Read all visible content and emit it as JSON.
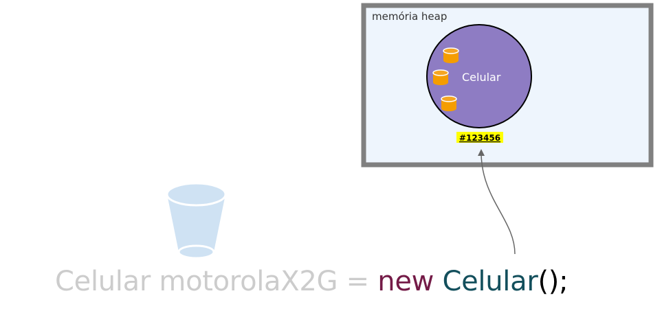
{
  "heap": {
    "label": "memória heap"
  },
  "object": {
    "class_name": "Celular",
    "address": "#123456",
    "attribute_icons": [
      "cylinder-icon",
      "cylinder-icon",
      "cylinder-icon"
    ]
  },
  "code": {
    "type_name": "Celular",
    "variable_name": "motorolaX2G",
    "equals": "=",
    "keyword_new": "new",
    "constructor_name": "Celular",
    "call_suffix": "();"
  },
  "variable_icon": "cup-icon",
  "colors": {
    "heap_border": "#808080",
    "heap_fill": "#eef5fd",
    "object_fill": "#8e7cc3",
    "cylinder": "#f59d00",
    "address_highlight": "#ffff00",
    "cup": "#cfe2f3",
    "code_faded": "#cccccc",
    "keyword_new": "#741b47",
    "constructor": "#134f5c",
    "arrow": "#666666"
  }
}
